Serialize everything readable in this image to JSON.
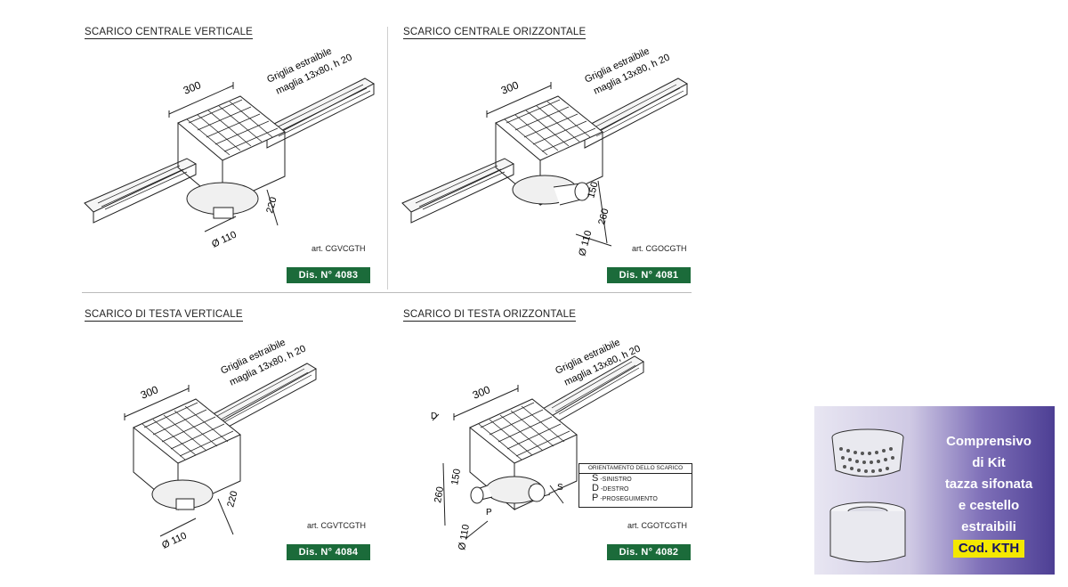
{
  "panels": [
    {
      "title": "SCARICO CENTRALE VERTICALE",
      "art": "art. CGVCGTH",
      "dis": "Dis. N° 4083",
      "dims": {
        "width": "300",
        "grid": "Griglia estraibile",
        "mesh": "maglia 13x80, h 20",
        "h1": "220",
        "dia": "Ø 110"
      }
    },
    {
      "title": "SCARICO CENTRALE ORIZZONTALE",
      "art": "art. CGOCGTH",
      "dis": "Dis. N° 4081",
      "dims": {
        "width": "300",
        "grid": "Griglia estraibile",
        "mesh": "maglia 13x80, h 20",
        "h1": "150",
        "h2": "260",
        "dia": "Ø 110"
      }
    },
    {
      "title": "SCARICO DI TESTA VERTICALE",
      "art": "art. CGVTCGTH",
      "dis": "Dis. N° 4084",
      "dims": {
        "width": "300",
        "grid": "Griglia estraibile",
        "mesh": "maglia 13x80, h 20",
        "h1": "220",
        "dia": "Ø 110"
      }
    },
    {
      "title": "SCARICO DI TESTA ORIZZONTALE",
      "art": "art. CGOTCGTH",
      "dis": "Dis. N° 4082",
      "dims": {
        "width": "300",
        "grid": "Griglia estraibile",
        "mesh": "maglia 13x80, h 20",
        "h1": "150",
        "h2": "260",
        "dia": "Ø 110",
        "d": "D",
        "p": "P",
        "s": "S"
      }
    }
  ],
  "legend": {
    "title": "ORIENTAMENTO DELLO SCARICO",
    "rows": [
      {
        "k": "S",
        "v": "-SINISTRO"
      },
      {
        "k": "D",
        "v": "-DESTRO"
      },
      {
        "k": "P",
        "v": "-PROSEGUIMENTO"
      }
    ]
  },
  "promo": {
    "lines": [
      "Comprensivo",
      "di Kit",
      "tazza sifonata",
      "e cestello",
      "estraibili"
    ],
    "code": "Cod. KTH",
    "colors": {
      "gradient_end": "#4d3f94",
      "code_bg": "#f4e800"
    }
  },
  "colors": {
    "dis_badge": "#1b6b3a"
  }
}
